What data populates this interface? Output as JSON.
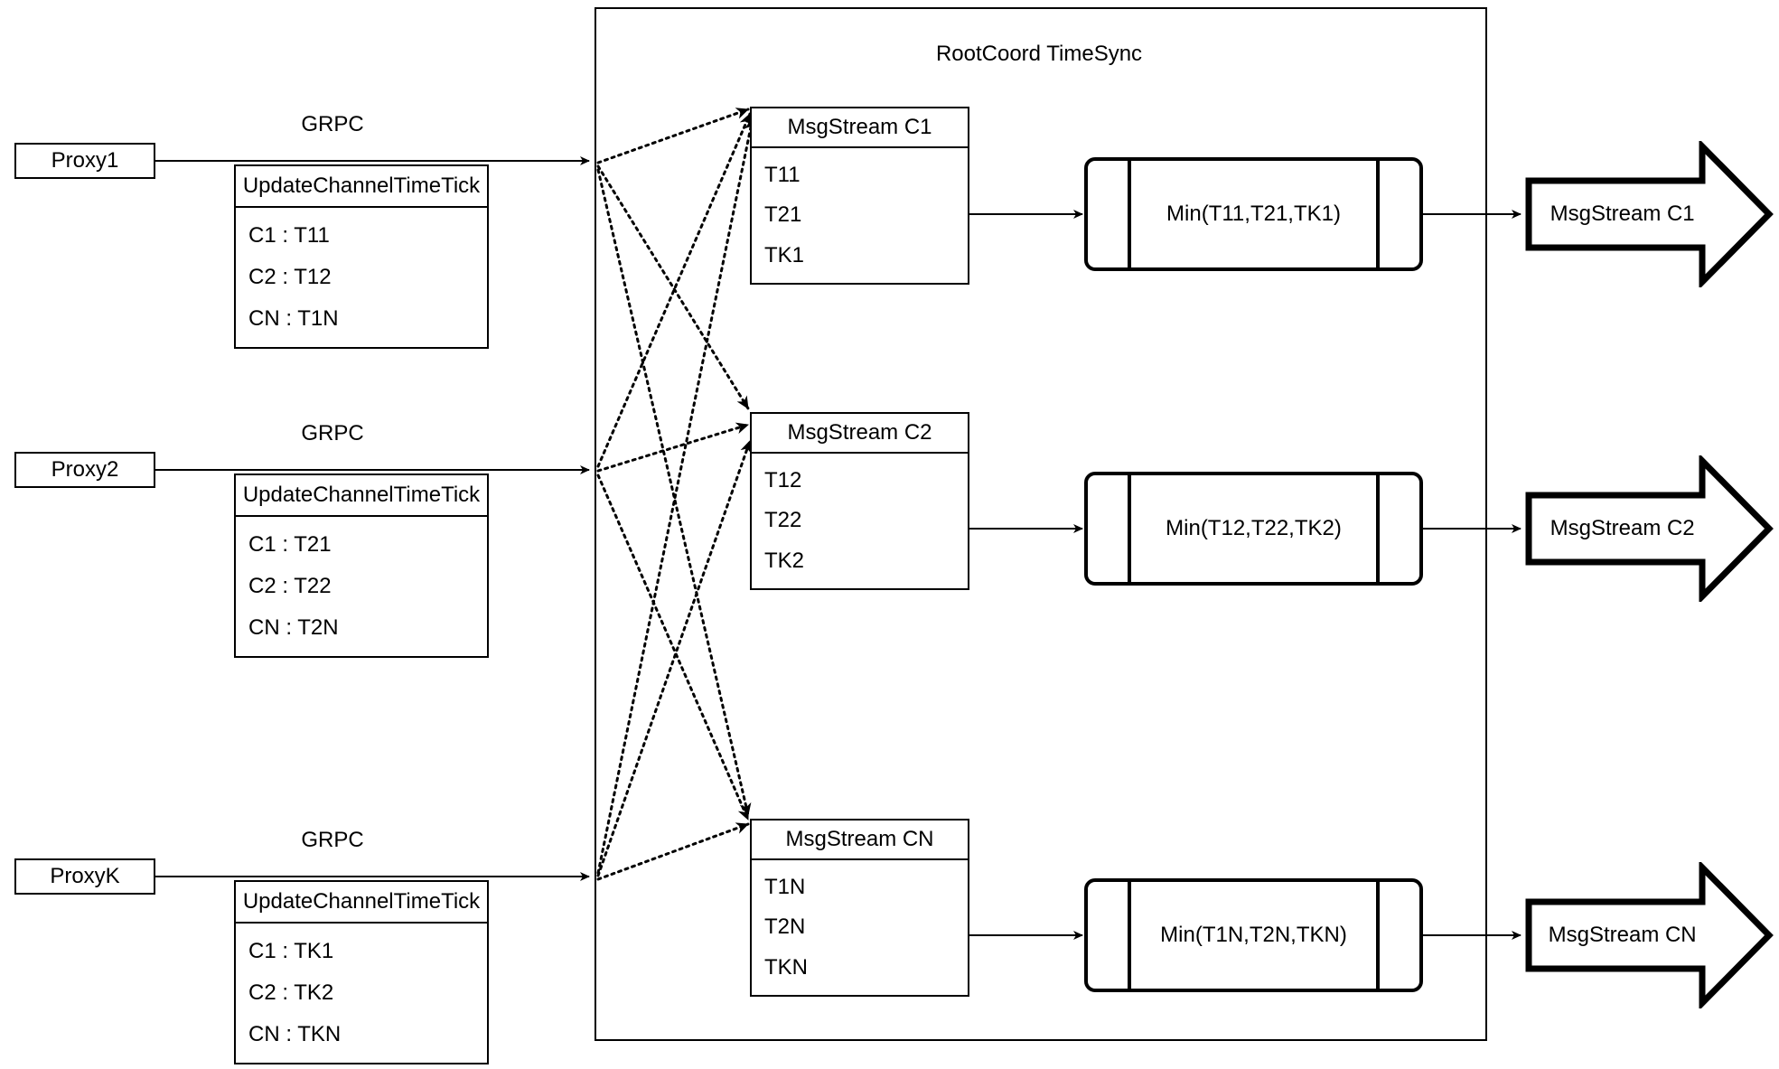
{
  "container": {
    "title": "RootCoord TimeSync"
  },
  "edge_labels": [
    {
      "label": "GRPC"
    },
    {
      "label": "GRPC"
    },
    {
      "label": "GRPC"
    }
  ],
  "proxies": [
    {
      "name": "Proxy1",
      "rpc": {
        "title": "UpdateChannelTimeTick",
        "rows": [
          "C1 :  T11",
          "C2 :  T12",
          "CN : T1N"
        ]
      }
    },
    {
      "name": "Proxy2",
      "rpc": {
        "title": "UpdateChannelTimeTick",
        "rows": [
          "C1 :  T21",
          "C2 :  T22",
          "CN : T2N"
        ]
      }
    },
    {
      "name": "ProxyK",
      "rpc": {
        "title": "UpdateChannelTimeTick",
        "rows": [
          "C1 :  TK1",
          "C2 :  TK2",
          "CN : TKN"
        ]
      }
    }
  ],
  "channels": [
    {
      "msgstream": {
        "title": "MsgStream C1",
        "rows": [
          "T11",
          "T21",
          "TK1"
        ]
      },
      "min": {
        "label": "Min(T11,T21,TK1)"
      },
      "output": {
        "label": "MsgStream C1"
      }
    },
    {
      "msgstream": {
        "title": "MsgStream C2",
        "rows": [
          "T12",
          "T22",
          "TK2"
        ]
      },
      "min": {
        "label": "Min(T12,T22,TK2)"
      },
      "output": {
        "label": "MsgStream C2"
      }
    },
    {
      "msgstream": {
        "title": "MsgStream CN",
        "rows": [
          "T1N",
          "T2N",
          "TKN"
        ]
      },
      "min": {
        "label": "Min(T1N,T2N,TKN)"
      },
      "output": {
        "label": "MsgStream CN"
      }
    }
  ],
  "style": {
    "stroke": "#000000",
    "background": "#ffffff"
  }
}
